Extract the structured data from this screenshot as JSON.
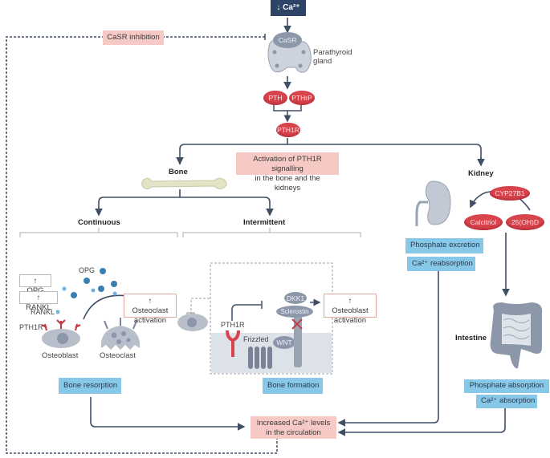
{
  "top": {
    "trigger": "↓ Ca²⁺"
  },
  "feedback": {
    "label": "CaSR inhibition"
  },
  "parathyroid": {
    "receptor": "CaSR",
    "label_line1": "Parathyroid",
    "label_line2": "gland"
  },
  "hormones": {
    "pth": "PTH",
    "pthrp": "PTHrP",
    "receptor": "PTH1R"
  },
  "activation": {
    "line1": "Activation of PTH1R signalling",
    "line2": "in the bone and the kidneys"
  },
  "bone": {
    "title": "Bone",
    "continuous": {
      "title": "Continuous",
      "opg_up": "↑ OPG",
      "rankl_up": "↑ RANKL",
      "opg_label": "OPG",
      "rankl_label": "RANKL",
      "receptor_label": "PTH1R",
      "osteoblast": "Osteoblast",
      "osteoclast": "Osteoclast",
      "effect_line1": "↑ Osteoclast",
      "effect_line2": "activation",
      "outcome": "Bone resorption"
    },
    "intermittent": {
      "title": "Intermittent",
      "receptor_label": "PTH1R",
      "frizzled": "Frizzled",
      "wnt": "WNT",
      "dkk1": "DKK1",
      "sclerostin": "Sclerostin",
      "effect_line1": "↑ Osteoblast",
      "effect_line2": "activation",
      "outcome": "Bone formation"
    }
  },
  "kidney": {
    "title": "Kidney",
    "enzyme": "CYP27B1",
    "product": "Calcitriol",
    "substrate": "25(OH)D",
    "outcome1": "Phosphate excretion",
    "outcome2": "Ca²⁺ reabsorption"
  },
  "intestine": {
    "title": "Intestine",
    "outcome1": "Phosphate absorption",
    "outcome2": "Ca²⁺ absorption"
  },
  "result": {
    "line1": "Increased Ca²⁺ levels",
    "line2": "in the circulation"
  },
  "colors": {
    "navy": "#2e4466",
    "arrow": "#3f4f66",
    "pink": "#f6c9c5",
    "blue": "#87c7e8",
    "red": "#d8434c",
    "grey": "#8d97aa"
  }
}
